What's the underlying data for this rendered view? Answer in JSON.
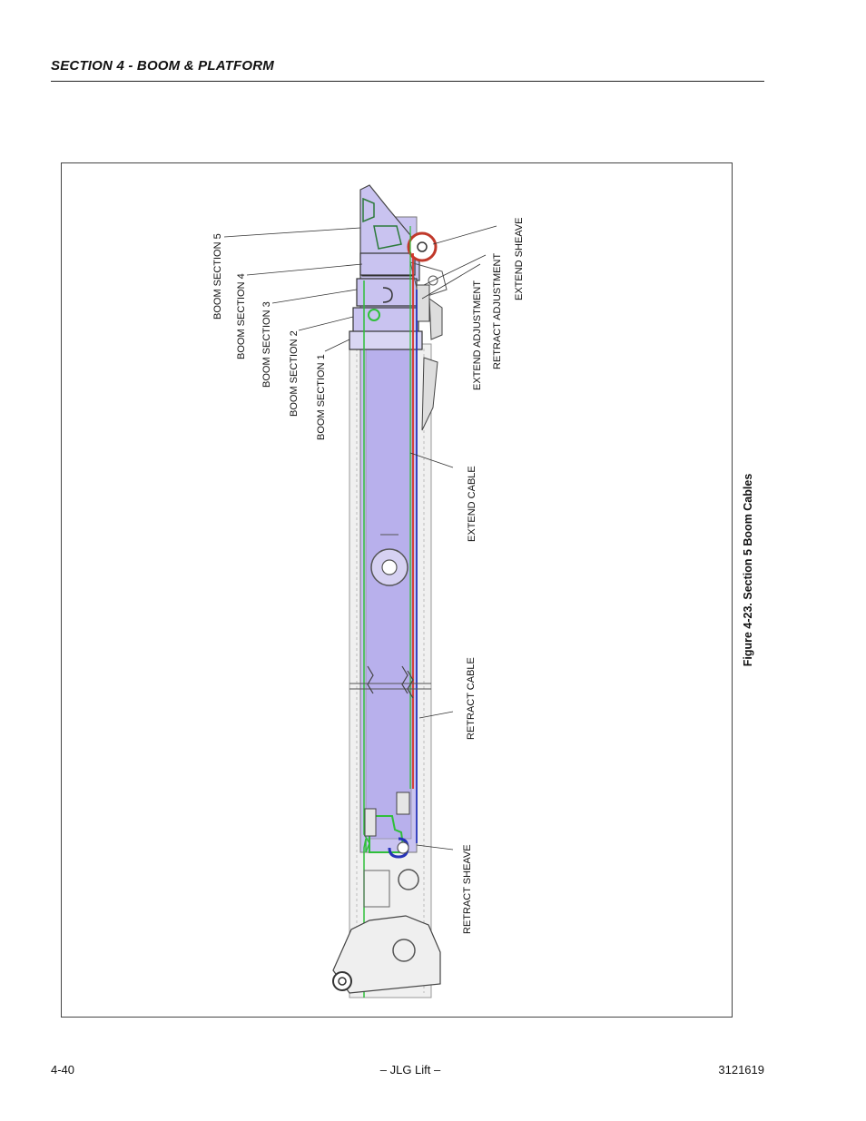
{
  "header": {
    "section_title": "SECTION 4 - BOOM & PLATFORM"
  },
  "figure": {
    "caption": "Figure 4-23.  Section 5 Boom Cables",
    "callouts": {
      "boom_section_5": "BOOM SECTION 5",
      "boom_section_4": "BOOM SECTION 4",
      "boom_section_3": "BOOM SECTION 3",
      "boom_section_2": "BOOM SECTION 2",
      "boom_section_1": "BOOM SECTION 1",
      "extend_adjustment": "EXTEND ADJUSTMENT",
      "retract_adjustment": "RETRACT ADJUSTMENT",
      "extend_sheave": "EXTEND SHEAVE",
      "extend_cable": "EXTEND CABLE",
      "retract_cable": "RETRACT CABLE",
      "retract_sheave": "RETRACT SHEAVE"
    },
    "colors": {
      "boom_fill": "#c9c3f0",
      "extend_cable": "#d8342a",
      "retract_cable": "#2633b8",
      "section_outline": "#2fbf3a",
      "structure": "#555555"
    }
  },
  "footer": {
    "page_number": "4-40",
    "center_text": "– JLG Lift –",
    "doc_number": "3121619"
  }
}
